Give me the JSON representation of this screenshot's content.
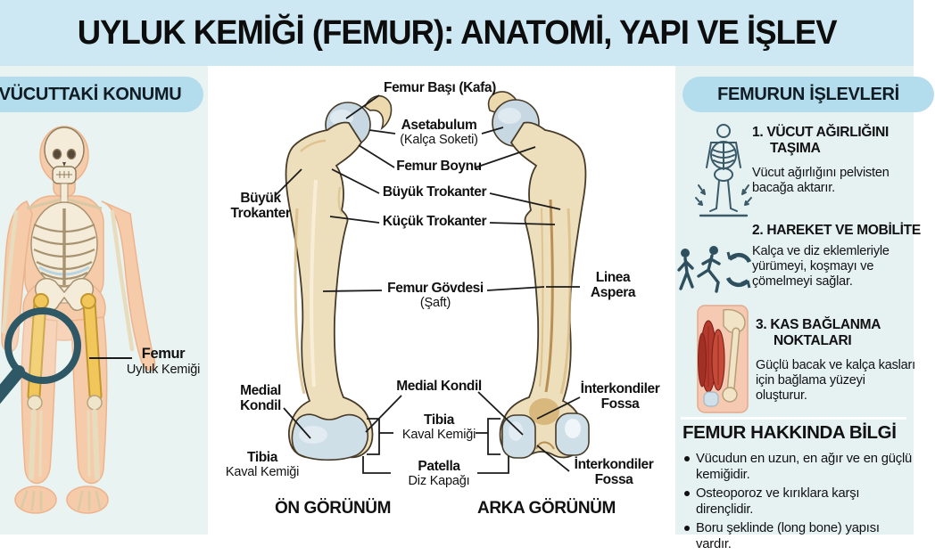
{
  "title": "UYLUK KEMİĞİ (FEMUR): ANATOMİ, YAPI VE İŞLEV",
  "left_panel": {
    "header": "VÜCUTTAKİ KONUMU",
    "illustration": "full-body skeleton with femurs highlighted and magnifier over thigh",
    "callout": {
      "main": "Femur",
      "sub": "Uyluk Kemiği"
    }
  },
  "diagram": {
    "labels": {
      "femur_basi": {
        "main": "Femur Başı (Kafa)"
      },
      "asetabulum": {
        "main": "Asetabulum",
        "sub": "(Kalça Soketi)"
      },
      "femur_boynu": {
        "main": "Femur Boynu"
      },
      "buyuk_trokanter": {
        "main": "Büyük Trokanter"
      },
      "kucuk_trokanter": {
        "main": "Küçük Trokanter"
      },
      "buyuk_trokanter_side": {
        "main": "Büyük",
        "main2": "Trokanter"
      },
      "femur_govdesi": {
        "main": "Femur Gövdesi",
        "sub": "(Şaft)"
      },
      "linea_aspera": {
        "main": "Linea",
        "main2": "Aspera"
      },
      "medial_kondil": {
        "main": "Medial Kondil"
      },
      "medial_kondil_side": {
        "main": "Medial",
        "main2": "Kondil"
      },
      "tibia": {
        "main": "Tibia",
        "sub": "Kaval Kemiği"
      },
      "patella": {
        "main": "Patella",
        "sub": "Diz Kapağı"
      },
      "tibia_side": {
        "main": "Tibia",
        "sub": "Kaval Kemiği"
      },
      "interkondiler_fossa_top": {
        "main": "İnterkondiler",
        "main2": "Fossa"
      },
      "interkondiler_fossa_bottom": {
        "main": "İnterkondiler",
        "main2": "Fossa"
      }
    },
    "captions": {
      "front": "ÖN GÖRÜNÜM",
      "back": "ARKA GÖRÜNÜM"
    }
  },
  "right_panel": {
    "header": "FEMURUN İŞLEVLERİ",
    "functions": [
      {
        "icon": "skeleton-weight-icon",
        "title": "1. VÜCUT AĞIRLIĞINI TAŞIMA",
        "desc": "Vücut ağırlığını pelvisten bacağa aktarır."
      },
      {
        "icon": "motion-icon",
        "title": "2. HAREKET VE MOBİLİTE",
        "desc": "Kalça ve diz eklemleriyle yürümeyi, koşmayı ve çömelmeyi sağlar."
      },
      {
        "icon": "muscle-icon",
        "title": "3. KAS BAĞLANMA NOKTALARI",
        "desc": "Güçlü bacak ve kalça kasları için bağlama yüzeyi oluşturur."
      }
    ],
    "info": {
      "header": "FEMUR HAKKINDA BİLGİ",
      "bullets": [
        "Vücudun en uzun, en ağır ve en güçlü kemiğidir.",
        "Osteoporoz ve kırıklara karşı dirençlidir.",
        "Boru şeklinde (long bone) yapısı vardır."
      ]
    }
  },
  "colors": {
    "title_bg": "#cde8f3",
    "side_panel_bg": "#e9f3f1",
    "badge_bg": "#b3dcec",
    "bone_fill": "#eedfbc",
    "bone_shade": "#d9b97f",
    "cartilage": "#cfdfe8",
    "femur_highlight": "#f1c75b",
    "icon_teal": "#33596b",
    "text": "#111111"
  }
}
